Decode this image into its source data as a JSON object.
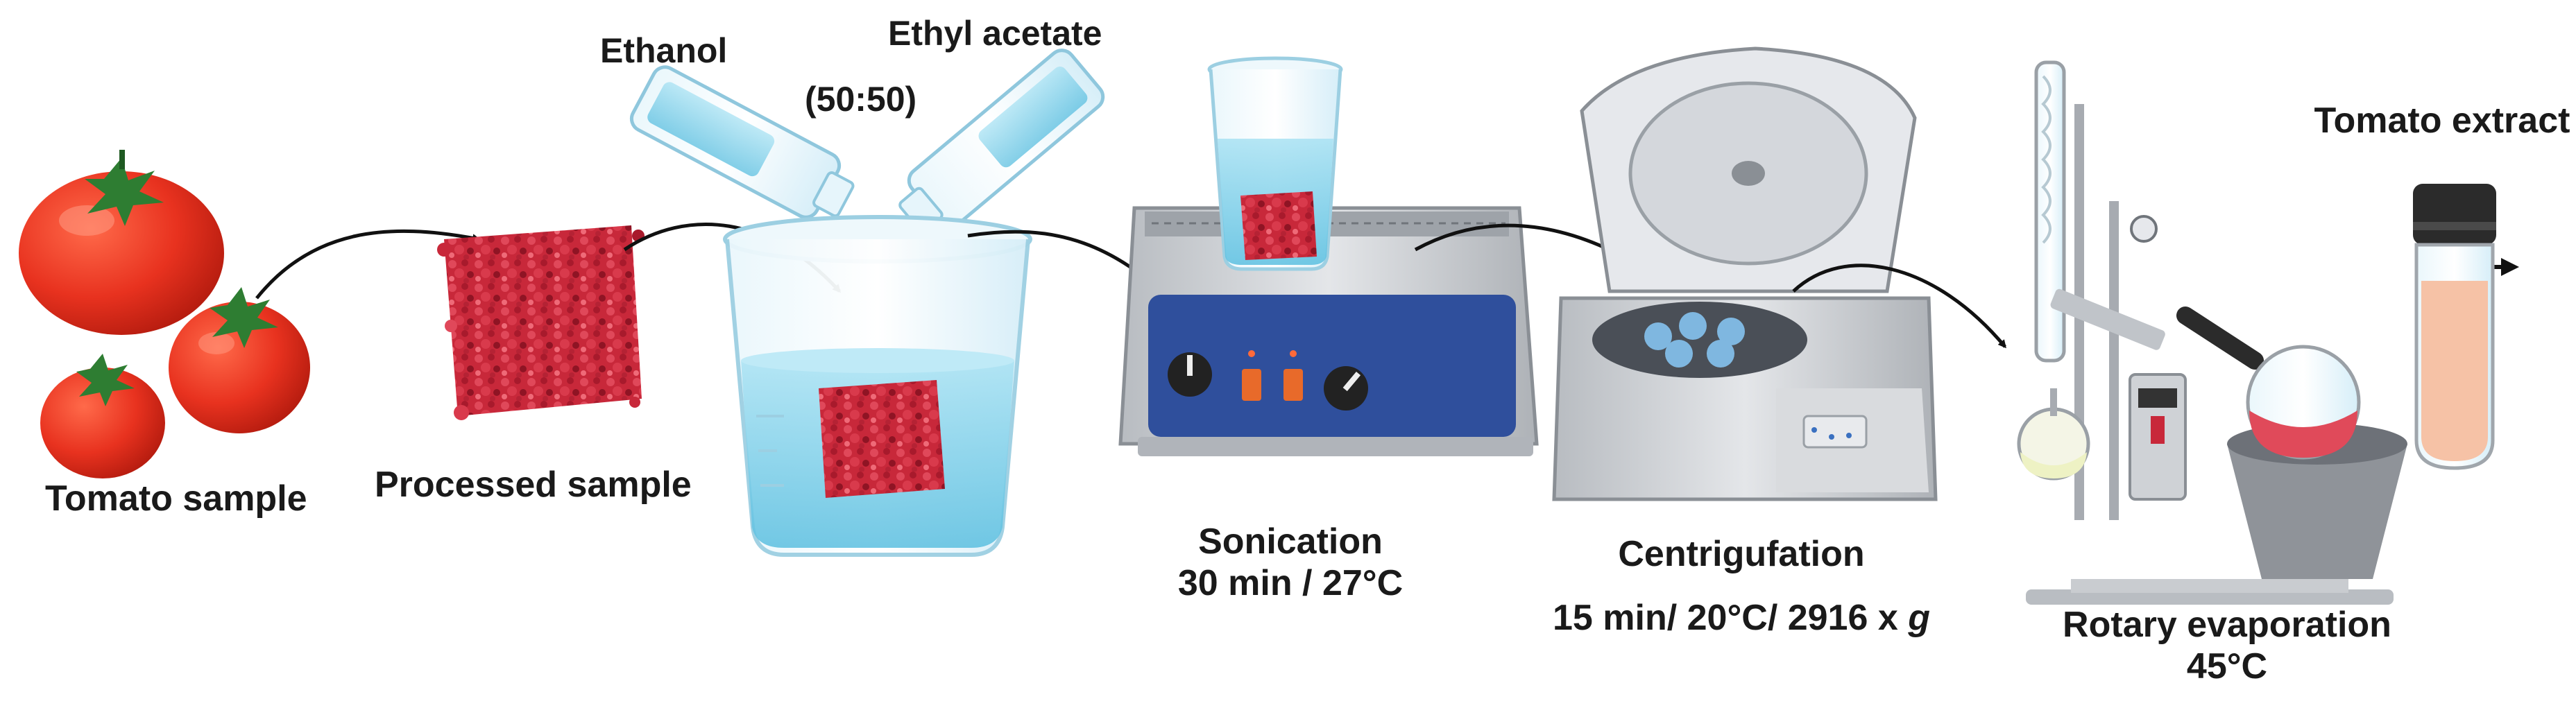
{
  "labels": {
    "tomato_sample": "Tomato sample",
    "processed_sample": "Processed sample",
    "ethanol": "Ethanol",
    "ethyl_acetate": "Ethyl acetate",
    "ratio": "(50:50)",
    "sonication_title": "Sonication",
    "sonication_params": "30 min / 27°C",
    "centrifugation_title": "Centrigufation",
    "centrifugation_params": "15 min/ 20°C/ 2916 x",
    "centrifugation_unit": "g",
    "rotary_title": "Rotary evaporation",
    "rotary_temp": "45°C",
    "tomato_extract": "Tomato extract"
  },
  "colors": {
    "tomato": "#e8321f",
    "tomato_dark": "#b81d10",
    "stem": "#2e7d32",
    "sample": "#c8283a",
    "water": "#7fd0ea",
    "glass": "#dff2fa",
    "bath_blue": "#2f4f9c",
    "device_grey": "#cfd2d6",
    "extract": "#f6c2a6",
    "arrow": "#111111"
  }
}
